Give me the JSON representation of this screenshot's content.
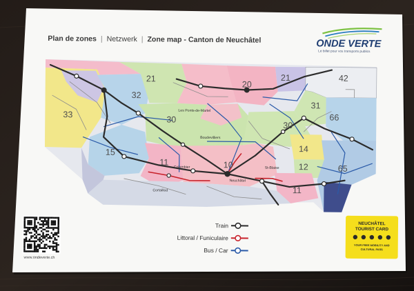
{
  "card": {
    "title": {
      "fr": "Plan de zones",
      "separator": "|",
      "de": "Netzwerk",
      "en": "Zone map - Canton de Neuchâtel"
    },
    "logo": {
      "name": "ONDE VERTE",
      "tagline": "Le billet pour vos transports publics"
    },
    "website": "www.ondeverte.ch"
  },
  "zones": [
    {
      "number": "33",
      "color": "#f2e78a"
    },
    {
      "number": "32",
      "color": "#b7d4ea"
    },
    {
      "number": "21",
      "color": "#cfe5b1"
    },
    {
      "number": "20",
      "color": "#f3b4c3"
    },
    {
      "number": "21",
      "color": "#c9c3e6"
    },
    {
      "number": "42",
      "color": "#eceef2"
    },
    {
      "number": "31",
      "color": "#cfe6b3"
    },
    {
      "number": "66",
      "color": "#b7d4ea"
    },
    {
      "number": "30",
      "color": "#cbe4ae"
    },
    {
      "number": "30",
      "color": "#cfe6b2"
    },
    {
      "number": "15",
      "color": "#b6d4e9"
    },
    {
      "number": "11",
      "color": "#f3b5c6"
    },
    {
      "number": "10",
      "color": "#f4bfc6"
    },
    {
      "number": "14",
      "color": "#f2e78a"
    },
    {
      "number": "12",
      "color": "#cfe6b2"
    },
    {
      "number": "11",
      "color": "#f3b6c7"
    },
    {
      "number": "65",
      "color": "#b1cbe5"
    }
  ],
  "stations": [
    "Les Ponts-de-Martel",
    "Boudevilliers",
    "Colombier",
    "Cortaillod",
    "Neuchâtel",
    "St-Blaise"
  ],
  "legend": [
    {
      "label": "Train",
      "color": "#2b2b2b"
    },
    {
      "label": "Littoral / Funiculaire",
      "color": "#c8232c"
    },
    {
      "label": "Bus / Car",
      "color": "#2a5aa8"
    }
  ],
  "tourist_card": {
    "title_line1": "NEUCHÂTEL",
    "title_line2": "TOURIST CARD",
    "subtitle_line1": "YOUR FREE MOBILITY AND",
    "subtitle_line2": "CULTURAL PASS",
    "color": "#f5de1c"
  }
}
